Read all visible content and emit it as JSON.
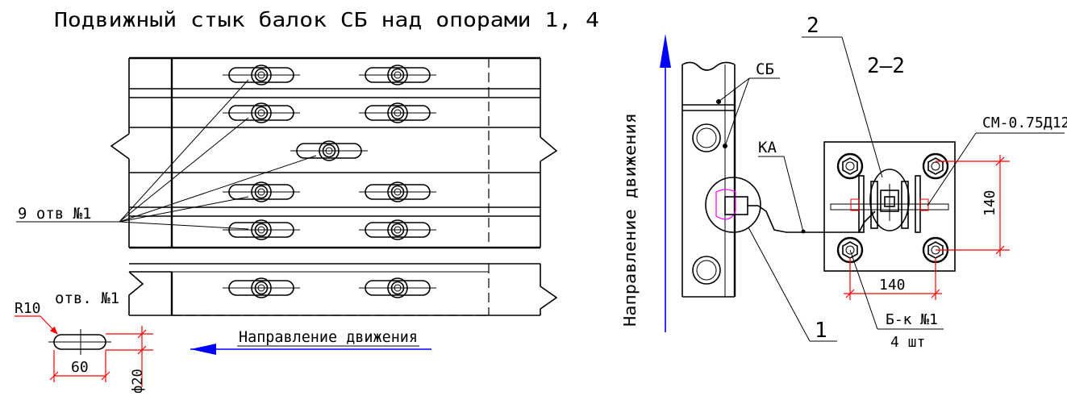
{
  "title": "Подвижный стык балок СБ над опорами 1, 4",
  "left_view": {
    "holes_callout": "9 отв №1",
    "detail_label": "отв. №1",
    "radius_label": "R10",
    "length_dim": "60",
    "diameter_dim": "ф20",
    "direction_label": "Направление движения"
  },
  "right_view": {
    "direction_label": "Направление движения",
    "beam_label": "СБ",
    "section_mark": "2",
    "section_title": "2–2",
    "cable_label": "КА",
    "clamp_label": "СМ-0.75Д12",
    "dim_vertical": "140",
    "dim_horizontal": "140",
    "bolt_label": "Б-к №1",
    "bolt_count": "4 шт",
    "callout_1": "1"
  },
  "colors": {
    "line": "#000000",
    "dimension": "#ff0000",
    "direction_arrow": "#0000ff",
    "highlight": "#ff00ff"
  }
}
